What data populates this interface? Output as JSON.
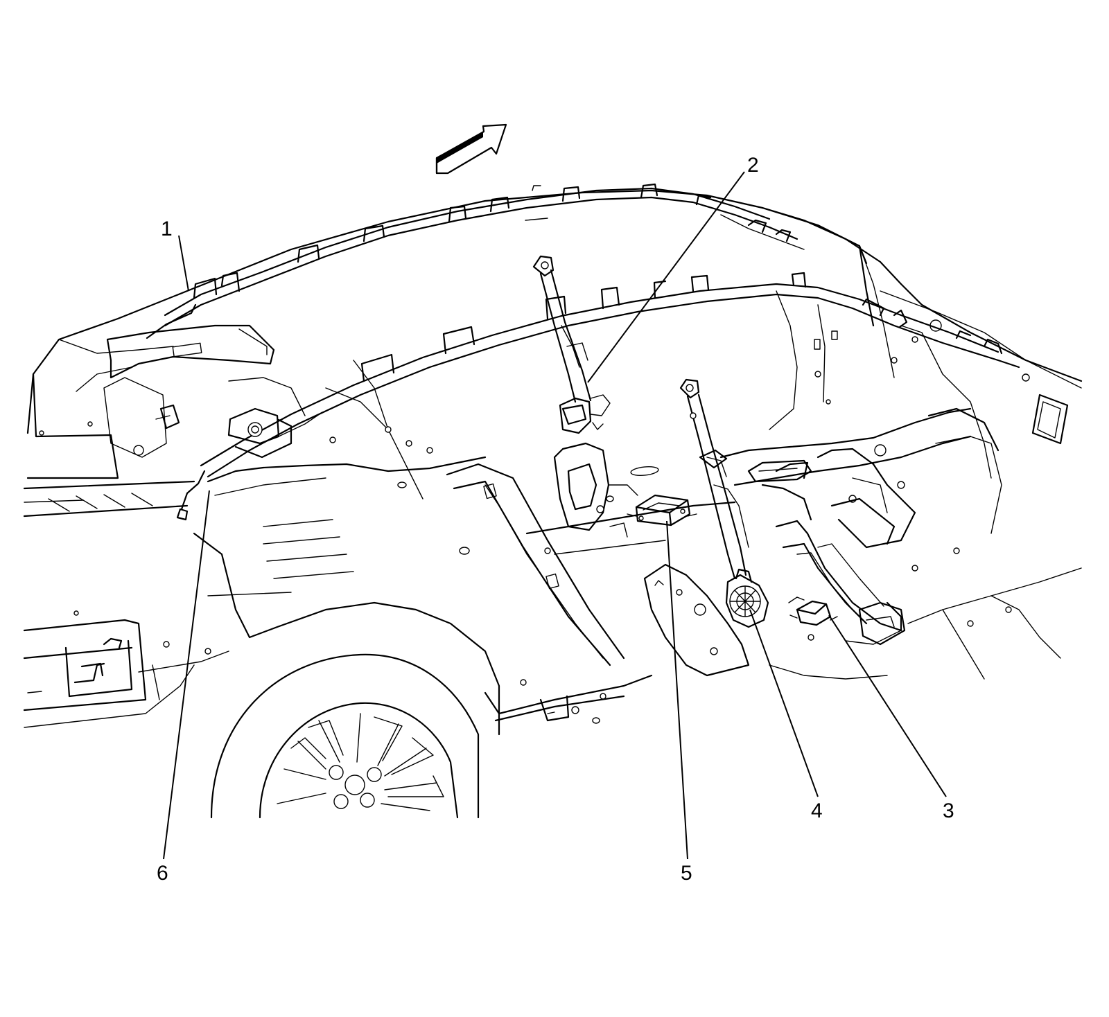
{
  "diagram": {
    "callouts": [
      {
        "id": "1",
        "label": "1"
      },
      {
        "id": "2",
        "label": "2"
      },
      {
        "id": "3",
        "label": "3"
      },
      {
        "id": "4",
        "label": "4"
      },
      {
        "id": "5",
        "label": "5"
      },
      {
        "id": "6",
        "label": "6"
      }
    ],
    "forward_arrow_icon": "forward-direction-arrow-icon"
  }
}
